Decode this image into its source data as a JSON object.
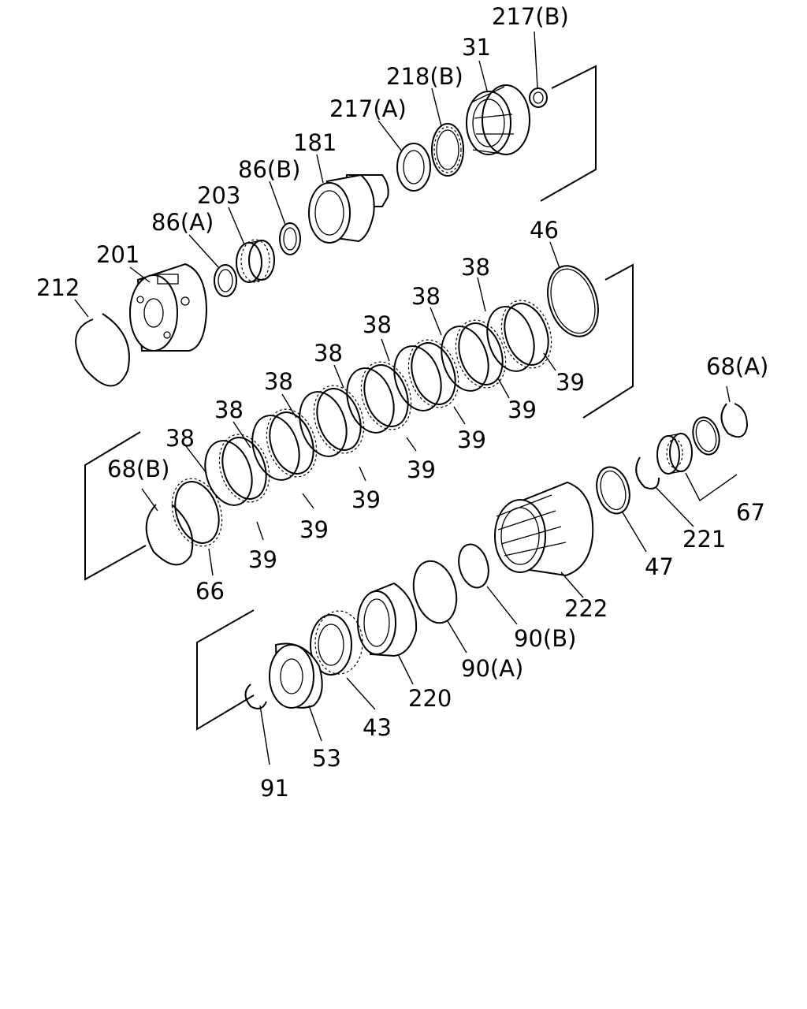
{
  "labels": {
    "l217b": "217(B)",
    "l31": "31",
    "l218b": "218(B)",
    "l217a": "217(A)",
    "l181": "181",
    "l86b": "86(B)",
    "l203": "203",
    "l86a": "86(A)",
    "l201": "201",
    "l212": "212",
    "l46": "46",
    "l38a": "38",
    "l38b": "38",
    "l38c": "38",
    "l38d": "38",
    "l38e": "38",
    "l38f": "38",
    "l38g": "38",
    "l39a": "39",
    "l39b": "39",
    "l39c": "39",
    "l39d": "39",
    "l39e": "39",
    "l39f": "39",
    "l39g": "39",
    "l68a": "68(A)",
    "l68b": "68(B)",
    "l66": "66",
    "l67": "67",
    "l221": "221",
    "l47": "47",
    "l222": "222",
    "l90b": "90(B)",
    "l90a": "90(A)",
    "l220": "220",
    "l43": "43",
    "l53": "53",
    "l91": "91"
  }
}
